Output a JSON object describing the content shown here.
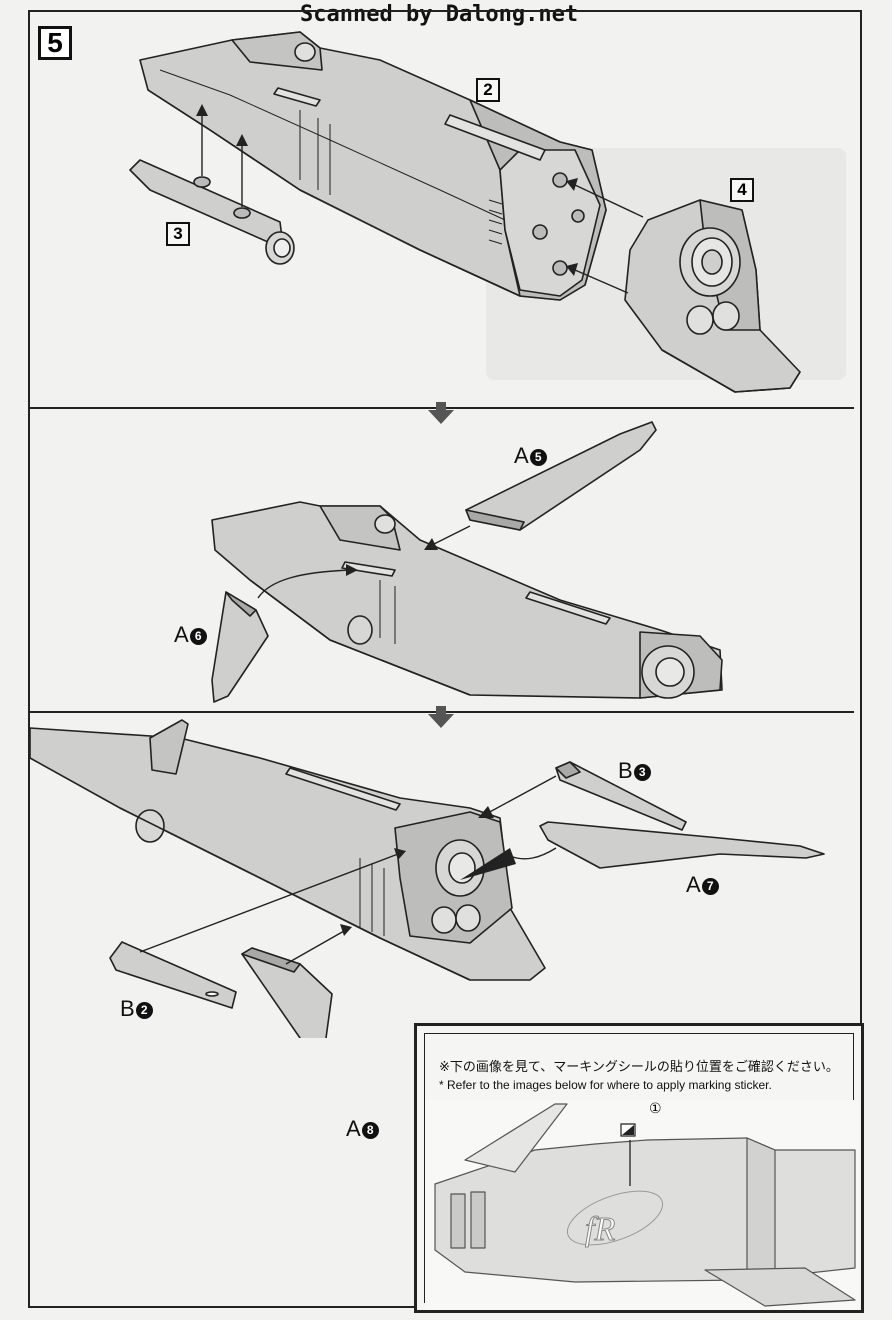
{
  "header": {
    "scan_credit": "Scanned by Dalong.net"
  },
  "step": {
    "number": "5"
  },
  "part_numbers": {
    "p2": "2",
    "p3": "3",
    "p4": "4"
  },
  "callouts": {
    "a5": {
      "letter": "A",
      "num": "5"
    },
    "a6": {
      "letter": "A",
      "num": "6"
    },
    "b3": {
      "letter": "B",
      "num": "3"
    },
    "a7": {
      "letter": "A",
      "num": "7"
    },
    "b2": {
      "letter": "B",
      "num": "2"
    },
    "a8": {
      "letter": "A",
      "num": "8"
    }
  },
  "sticker_panel": {
    "note_jp": "※下の画像を見て、マーキングシールの貼り位置をご確認ください。",
    "note_en": "* Refer to the images below for where to apply marking sticker.",
    "marker": "①"
  },
  "colors": {
    "part_fill": "#cfcfcd",
    "part_dark": "#a9a9a7",
    "line": "#222222",
    "paper": "#f2f2f0"
  }
}
